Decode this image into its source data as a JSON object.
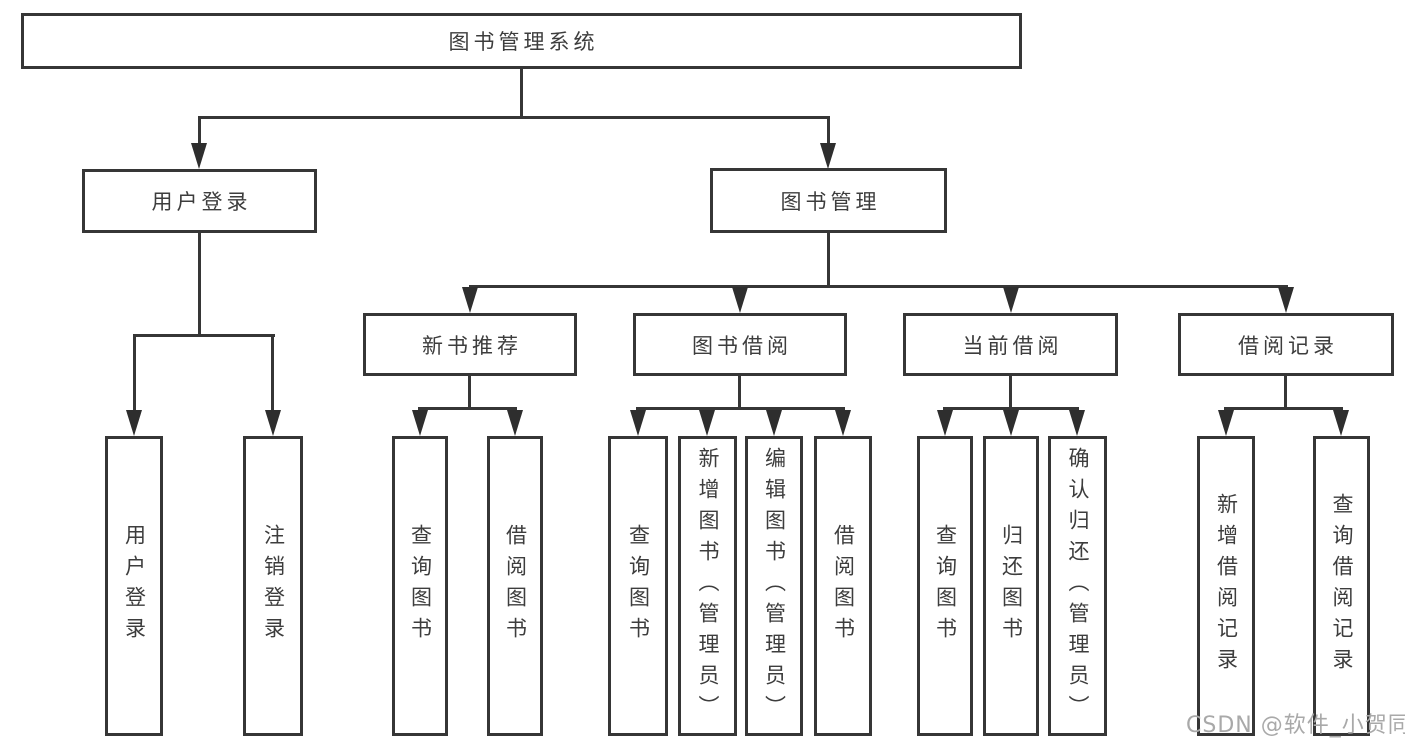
{
  "diagram": {
    "title": "图书管理系统",
    "level2": {
      "user_login": "用户登录",
      "book_mgmt": "图书管理"
    },
    "level3": {
      "new_books": "新书推荐",
      "book_borrow": "图书借阅",
      "current_borrow": "当前借阅",
      "borrow_records": "借阅记录"
    },
    "leaves": {
      "user_login": "用户登录",
      "logout": "注销登录",
      "nb_query": "查询图书",
      "nb_borrow": "借阅图书",
      "bb_query": "查询图书",
      "bb_add": "新增图书（管理员）",
      "bb_edit": "编辑图书（管理员）",
      "bb_borrow": "借阅图书",
      "cb_query": "查询图书",
      "cb_return": "归还图书",
      "cb_confirm": "确认归还（管理员）",
      "br_add": "新增借阅记录",
      "br_query": "查询借阅记录"
    }
  },
  "watermark": {
    "text": "CSDN @软件_小贺同学"
  },
  "colors": {
    "line": "#363636",
    "arrow": "#2e2e2e",
    "text": "#3d3d3d",
    "watermark": "#a9a9a9",
    "background": "#ffffff"
  }
}
